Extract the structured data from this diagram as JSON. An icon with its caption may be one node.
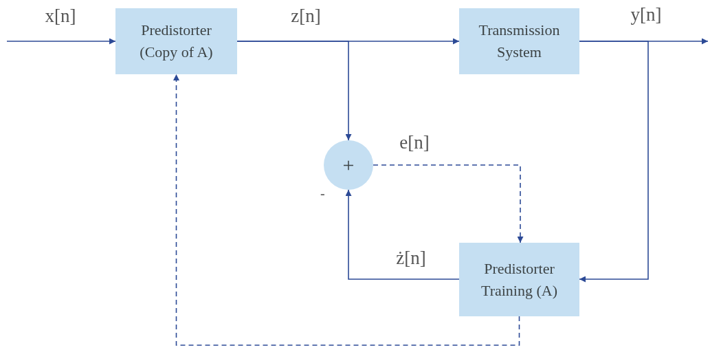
{
  "diagram": {
    "nodes": [
      {
        "text": [
          "Predistorter (Copy of A)"
        ]
      },
      {
        "text": [
          "Transmission System"
        ]
      },
      {
        "text": [
          "+"
        ]
      },
      {
        "text": [
          "Predistorter Training (A)"
        ]
      }
    ],
    "edges": [
      {
        "from": null,
        "to": 0,
        "arrow": "to",
        "label": "x[n]"
      },
      {
        "from": 0,
        "to": 1,
        "arrow": "to",
        "label": "z[n]"
      },
      {
        "from": 0,
        "to": 2,
        "arrow": "to"
      },
      {
        "from": 1,
        "to": null,
        "arrow": "to",
        "label": "y[n]"
      },
      {
        "from": 1,
        "to": 3,
        "arrow": "to"
      },
      {
        "from": 2,
        "to": 3,
        "arrow": "to",
        "label": "e[n]",
        "style": "dashed"
      },
      {
        "from": 3,
        "to": 2,
        "arrow": "to",
        "label": "ż[n]"
      },
      {
        "from": 3,
        "to": 0,
        "arrow": "to",
        "style": "dashed"
      }
    ],
    "labels": [
      "-"
    ]
  }
}
